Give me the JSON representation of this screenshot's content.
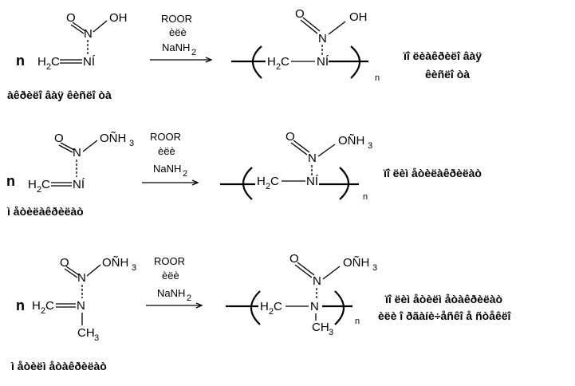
{
  "reactions": [
    {
      "coefficient": "n",
      "monomer": {
        "o": "O",
        "oh": "OH",
        "n_top": "N",
        "h": "H",
        "h_sub": "2",
        "c": "C",
        "n_bottom": "NÍ"
      },
      "monomer_name": "àêðèëî âàÿ êèñëî òà",
      "reagents": {
        "line1": "ROOR",
        "line2": "èëè",
        "line3_main": "NaNH",
        "line3_sub": "2"
      },
      "polymer": {
        "o": "O",
        "oh": "OH",
        "n_top": "N",
        "h": "H",
        "h_sub": "2",
        "c": "C",
        "n_bottom": "NÍ",
        "repeat": "n"
      },
      "polymer_name_lines": [
        "ïî ëèàêðèëî âàÿ",
        "êèñëî òà"
      ]
    },
    {
      "coefficient": "n",
      "monomer": {
        "o": "O",
        "och": "OÑH",
        "och_sub": "3",
        "n_top": "N",
        "h": "H",
        "h_sub": "2",
        "c": "C",
        "n_bottom": "NÍ"
      },
      "monomer_name": "ì åòèëàêðèëàò",
      "reagents": {
        "line1": "ROOR",
        "line2": "èëè",
        "line3_main": "NaNH",
        "line3_sub": "2"
      },
      "polymer": {
        "o": "O",
        "och": "OÑH",
        "och_sub": "3",
        "n_top": "N",
        "h": "H",
        "h_sub": "2",
        "c": "C",
        "n_bottom": "NÍ",
        "repeat": "n"
      },
      "polymer_name_lines": [
        "ïî ëèì åòèëàêðèëàò"
      ]
    },
    {
      "coefficient": "n",
      "monomer": {
        "o": "O",
        "och": "OÑH",
        "och_sub": "3",
        "n_top": "N",
        "h": "H",
        "h_sub": "2",
        "c": "C",
        "n_bottom": "N",
        "ch": "CH",
        "ch_sub": "3"
      },
      "monomer_name": "ì åòèëì åòàêðèëàò",
      "reagents": {
        "line1": "ROOR",
        "line2": "èëè",
        "line3_main": "NaNH",
        "line3_sub": "2"
      },
      "polymer": {
        "o": "O",
        "och": "OÑH",
        "och_sub": "3",
        "n_top": "N",
        "h": "H",
        "h_sub": "2",
        "c": "C",
        "n_bottom": "N",
        "ch": "CH",
        "ch_sub": "3",
        "repeat": "n"
      },
      "polymer_name_lines": [
        "ïî ëèì åòèëì åòàêðèëàò",
        "èëè î ðãàíè÷åñêî å ñòåêëî"
      ]
    }
  ]
}
